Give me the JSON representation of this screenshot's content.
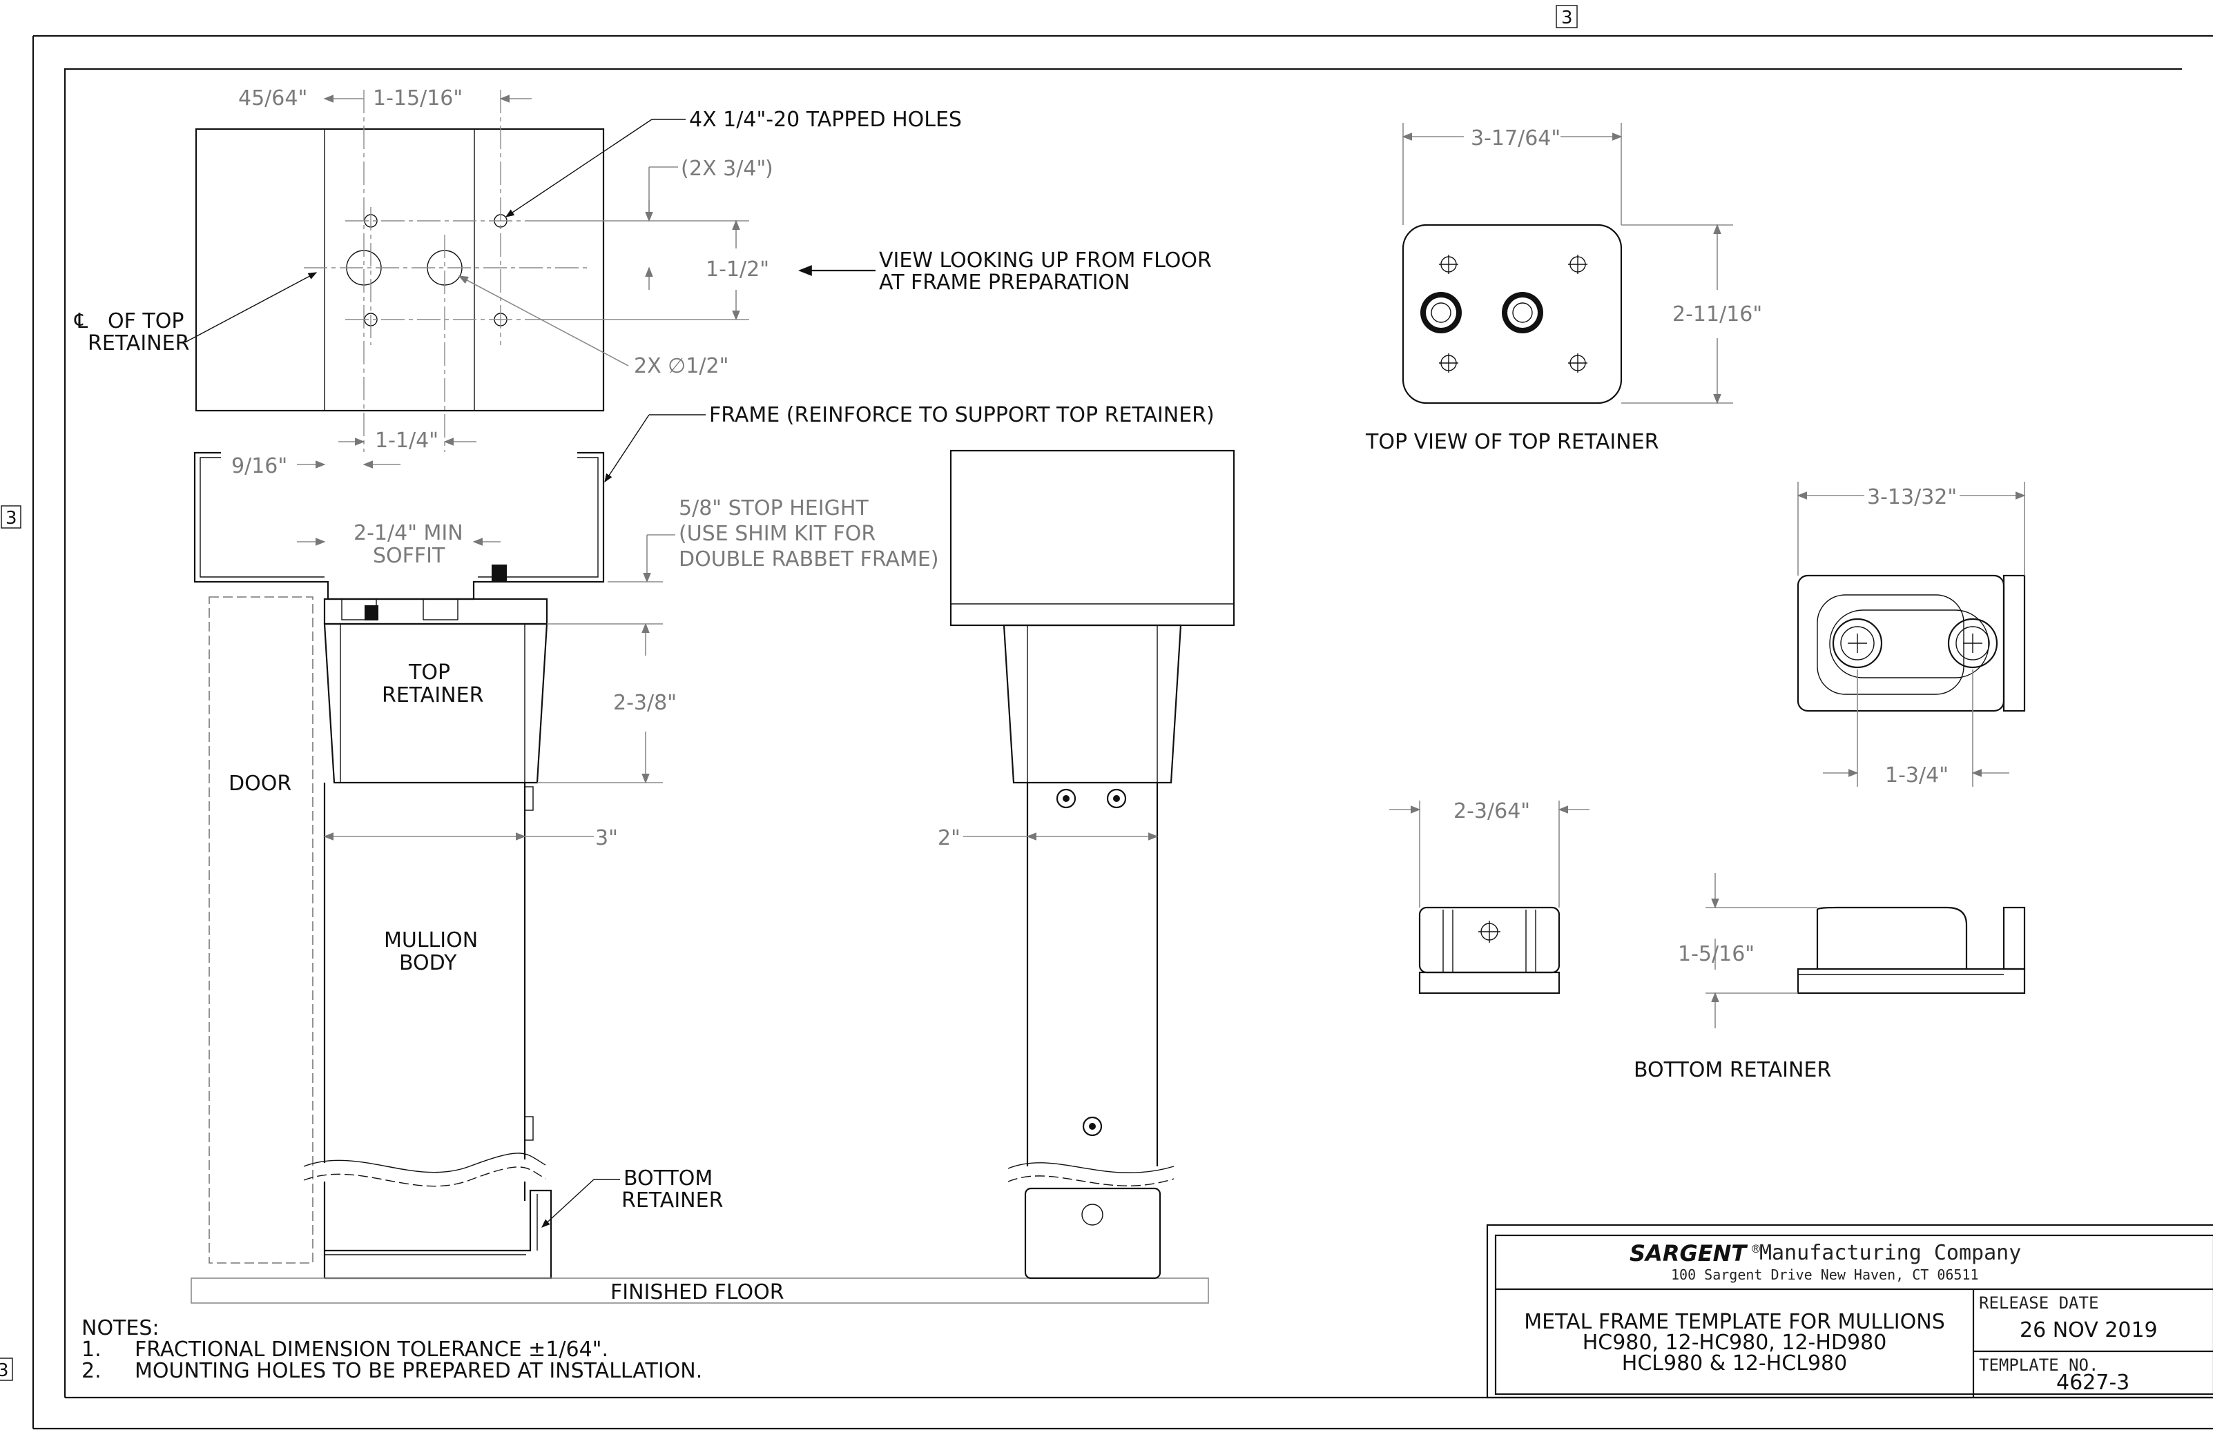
{
  "sheet": {
    "zone_marker": "3"
  },
  "frame_view": {
    "dim_45_64": "45/64\"",
    "dim_1_15_16": "1-15/16\"",
    "tapped_holes": "4X 1/4\"-20 TAPPED HOLES",
    "dim_2x_3_4": "2X 3/4\"",
    "dim_1_1_2": "1-1/2\"",
    "view_note_line1": "VIEW LOOKING UP FROM FLOOR",
    "view_note_line2": "AT FRAME PREPARATION",
    "centerline_line1": "OF TOP",
    "centerline_line2": "RETAINER",
    "centerline_symbol": "℄",
    "dim_2x_dia": "2X ∅1/2\"",
    "dim_1_1_4": "1-1/4\"",
    "dim_9_16": "9/16\"",
    "frame_note": "FRAME (REINFORCE TO SUPPORT TOP RETAINER)",
    "soffit_line1": "2-1/4\" MIN",
    "soffit_line2": "SOFFIT",
    "stop_line1": "5/8\" STOP HEIGHT",
    "stop_line2": "(USE SHIM KIT FOR",
    "stop_line3": "DOUBLE RABBET FRAME)",
    "top_retainer_line1": "TOP",
    "top_retainer_line2": "RETAINER",
    "dim_2_3_8": "2-3/8\"",
    "door": "DOOR",
    "dim_3": "3\"",
    "mullion_line1": "MULLION",
    "mullion_line2": "BODY",
    "bottom_retainer_line1": "BOTTOM",
    "bottom_retainer_line2": "RETAINER",
    "finished_floor": "FINISHED FLOOR"
  },
  "side_view": {
    "dim_2": "2\""
  },
  "top_view": {
    "dim_3_17_64": "3-17/64\"",
    "dim_2_11_16": "2-11/16\"",
    "caption": "TOP VIEW OF TOP RETAINER"
  },
  "bottom_retainer": {
    "dim_3_13_32": "3-13/32\"",
    "dim_1_3_4": "1-3/4\"",
    "dim_2_3_64": "2-3/64\"",
    "dim_1_5_16": "1-5/16\"",
    "caption": "BOTTOM RETAINER"
  },
  "notes": {
    "heading": "NOTES:",
    "n1_num": "1.",
    "n1": "FRACTIONAL DIMENSION TOLERANCE ±1/64\".",
    "n2_num": "2.",
    "n2": "MOUNTING HOLES TO BE PREPARED AT INSTALLATION."
  },
  "title_block": {
    "brand": "SARGENT",
    "registered": "®",
    "company": "Manufacturing Company",
    "address": "100 Sargent Drive New Haven, CT 06511",
    "title_line1": "METAL FRAME TEMPLATE FOR MULLIONS",
    "title_line2": "HC980, 12-HC980, 12-HD980",
    "title_line3": "HCL980 & 12-HCL980",
    "release_label": "RELEASE DATE",
    "release_date": "26 NOV 2019",
    "template_label": "TEMPLATE NO.",
    "template_no": "4627-3"
  }
}
